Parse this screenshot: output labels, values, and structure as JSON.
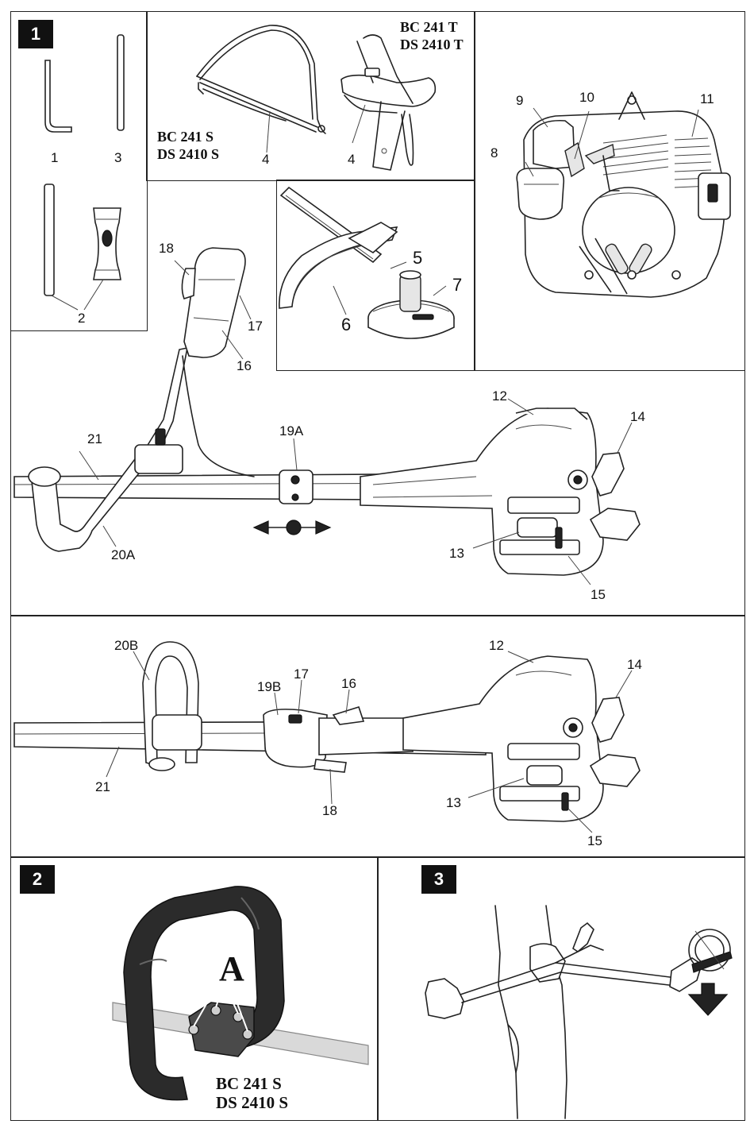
{
  "figure1": {
    "badge": "1",
    "callouts": {
      "c1": "1",
      "c2": "2",
      "c3": "3",
      "c4a": "4",
      "c4b": "4",
      "c5": "5",
      "c6": "6",
      "c7": "7",
      "c8": "8",
      "c9": "9",
      "c10": "10",
      "c11": "11",
      "c12a": "12",
      "c13a": "13",
      "c14a": "14",
      "c15a": "15",
      "c16a": "16",
      "c17a": "17",
      "c18a": "18",
      "c19A": "19A",
      "c20A": "20A",
      "c21a": "21",
      "c12b": "12",
      "c13b": "13",
      "c14b": "14",
      "c15b": "15",
      "c16b": "16",
      "c17b": "17",
      "c18b": "18",
      "c19B": "19B",
      "c20B": "20B",
      "c21b": "21"
    },
    "models": {
      "strap_s_line1": "BC 241 S",
      "strap_s_line2": "DS 2410 S",
      "strap_t_line1": "BC 241 T",
      "strap_t_line2": "DS 2410 T"
    }
  },
  "figure2": {
    "badge": "2",
    "label_A": "A",
    "model_line1": "BC 241 S",
    "model_line2": "DS 2410 S"
  },
  "figure3": {
    "badge": "3"
  }
}
